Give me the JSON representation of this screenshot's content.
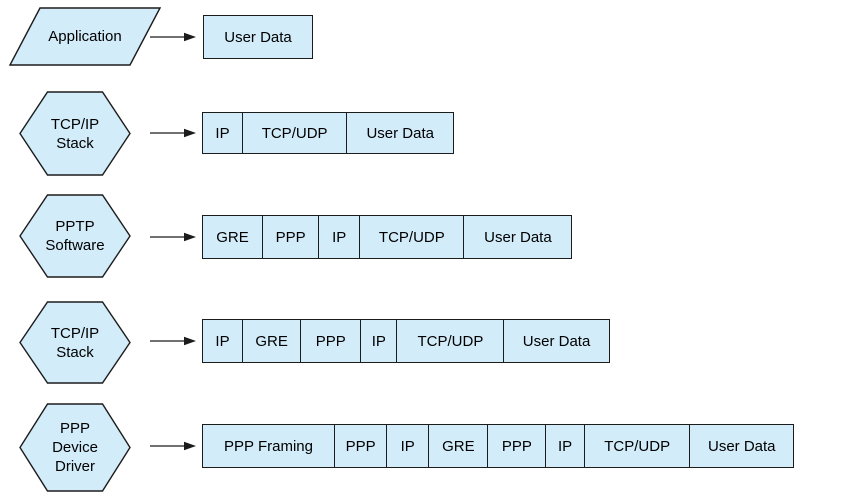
{
  "colors": {
    "background": "#FFFFFF",
    "shape_fill": "#D2ECFA",
    "shape_stroke": "#1c1c1c",
    "box_fill": "#D2ECFA",
    "box_border": "#1c1c1c",
    "arrow": "#1c1c1c",
    "text": "#000000"
  },
  "rows": [
    {
      "source": {
        "name": "application",
        "shape": "parallelogram",
        "lines": [
          "Application"
        ]
      },
      "packets": [
        {
          "label": "User Data",
          "width": 110
        }
      ]
    },
    {
      "source": {
        "name": "tcpip-stack",
        "shape": "hexagon",
        "lines": [
          "TCP/IP",
          "Stack"
        ]
      },
      "packets": [
        {
          "label": "IP",
          "width": 41
        },
        {
          "label": "TCP/UDP",
          "width": 106
        },
        {
          "label": "User Data",
          "width": 108
        }
      ]
    },
    {
      "source": {
        "name": "pptp-software",
        "shape": "hexagon",
        "lines": [
          "PPTP",
          "Software"
        ]
      },
      "packets": [
        {
          "label": "GRE",
          "width": 61
        },
        {
          "label": "PPP",
          "width": 58
        },
        {
          "label": "IP",
          "width": 42
        },
        {
          "label": "TCP/UDP",
          "width": 106
        },
        {
          "label": "User Data",
          "width": 109
        }
      ]
    },
    {
      "source": {
        "name": "tcpip-stack-2",
        "shape": "hexagon",
        "lines": [
          "TCP/IP",
          "Stack"
        ]
      },
      "packets": [
        {
          "label": "IP",
          "width": 41
        },
        {
          "label": "GRE",
          "width": 60
        },
        {
          "label": "PPP",
          "width": 61
        },
        {
          "label": "IP",
          "width": 38
        },
        {
          "label": "TCP/UDP",
          "width": 108
        },
        {
          "label": "User Data",
          "width": 107
        }
      ]
    },
    {
      "source": {
        "name": "ppp-device-driver",
        "shape": "hexagon",
        "lines": [
          "PPP",
          "Device",
          "Driver"
        ]
      },
      "packets": [
        {
          "label": "PPP Framing",
          "width": 133
        },
        {
          "label": "PPP",
          "width": 54
        },
        {
          "label": "IP",
          "width": 43
        },
        {
          "label": "GRE",
          "width": 61
        },
        {
          "label": "PPP",
          "width": 59
        },
        {
          "label": "IP",
          "width": 40
        },
        {
          "label": "TCP/UDP",
          "width": 107
        },
        {
          "label": "User Data",
          "width": 105
        }
      ]
    }
  ]
}
